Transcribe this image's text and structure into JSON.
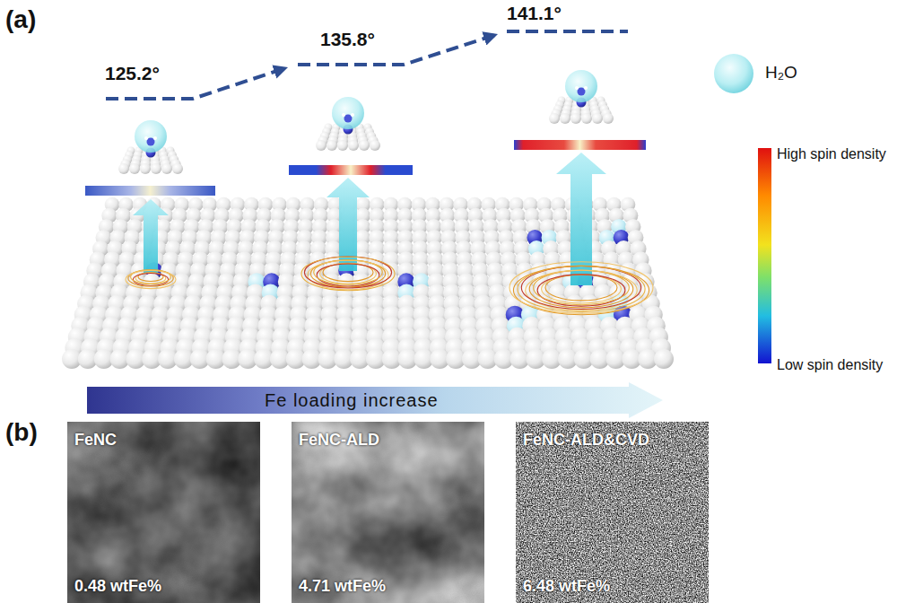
{
  "diagram": {
    "nodes": [
      {
        "text": [
          "Fe loading increase"
        ]
      },
      {
        "text": [
          "FeNC",
          "0.48 wtFe%"
        ]
      },
      {
        "text": [
          "FeNC-ALD",
          "4.71 wtFe%"
        ]
      },
      {
        "text": [
          "FeNC-ALD&CVD",
          "6.48 wtFe%"
        ]
      }
    ],
    "labels": [
      "(a)",
      "125.2°",
      "135.8°",
      "141.1°",
      "High spin density",
      "Low spin density",
      "(b)"
    ],
    "legend": [
      {
        "text": "H₂O"
      }
    ]
  }
}
